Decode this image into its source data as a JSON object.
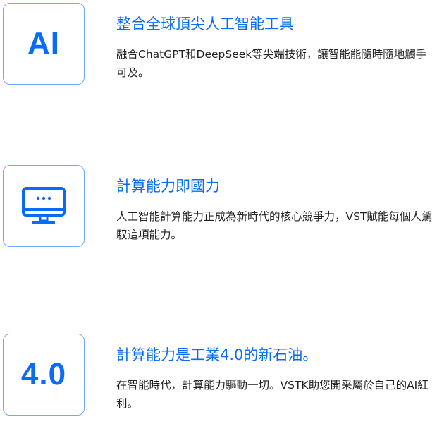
{
  "features": [
    {
      "icon": "ai-text-icon",
      "icon_text": "AI",
      "title": "整合全球頂尖人工智能工具",
      "description": "融合ChatGPT和DeepSeek等尖端技術，讓智能能隨時隨地觸手可及。"
    },
    {
      "icon": "monitor-icon",
      "title": "計算能力即國力",
      "description": "人工智能計算能力正成為新時代的核心競爭力，VST賦能每個人駕馭這項能力。"
    },
    {
      "icon": "industry-4-icon",
      "icon_text": "4.0",
      "title": "計算能力是工業4.0的新石油。",
      "description": "在智能時代，計算能力驅動一切。VSTK助您開采屬於自己的AI紅利。"
    }
  ],
  "colors": {
    "accent": "#0a6cf5",
    "border": "#6ea8ff",
    "text": "#222222"
  }
}
